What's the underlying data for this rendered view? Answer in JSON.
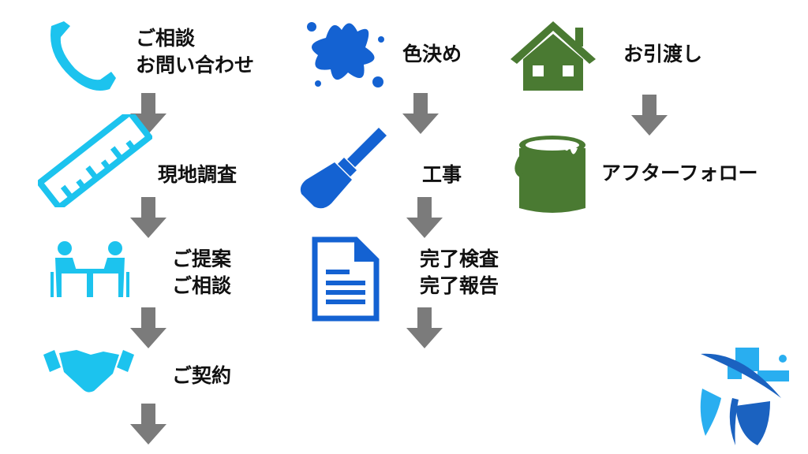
{
  "steps_col1": [
    {
      "lines": [
        "ご相談",
        "お問い合わせ"
      ],
      "icon": "phone-icon"
    },
    {
      "lines": [
        "現地調査"
      ],
      "icon": "ruler-icon"
    },
    {
      "lines": [
        "ご提案",
        "ご相談"
      ],
      "icon": "meeting-icon"
    },
    {
      "lines": [
        "ご契約"
      ],
      "icon": "handshake-icon"
    }
  ],
  "steps_col2": [
    {
      "lines": [
        "色決め"
      ],
      "icon": "paint-splash-icon"
    },
    {
      "lines": [
        "工事"
      ],
      "icon": "paint-brush-icon"
    },
    {
      "lines": [
        "完了検査",
        "完了報告"
      ],
      "icon": "document-icon"
    }
  ],
  "steps_col3": [
    {
      "lines": [
        "お引渡し"
      ],
      "icon": "house-icon"
    },
    {
      "lines": [
        "アフターフォロー"
      ],
      "icon": "paint-bucket-icon"
    }
  ],
  "colors": {
    "cyan": "#1cc3ee",
    "blue": "#1462d2",
    "green": "#4a7a32",
    "arrow": "#7b7b7b"
  }
}
